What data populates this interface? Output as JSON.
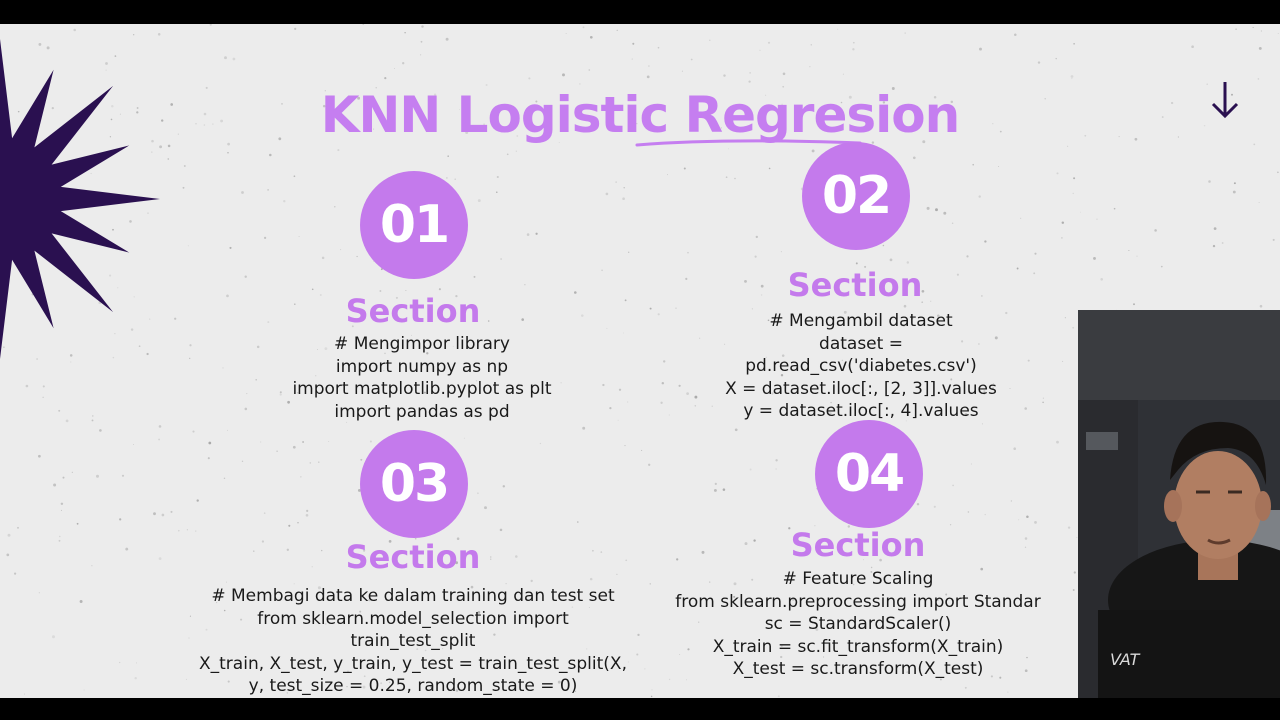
{
  "title": "KNN Logistic Regresion",
  "sections": [
    {
      "number": "01",
      "heading": "Section",
      "code": [
        "# Mengimpor library",
        "import numpy as np",
        "import matplotlib.pyplot as plt",
        "import pandas as pd"
      ]
    },
    {
      "number": "02",
      "heading": "Section",
      "code": [
        "# Mengambil dataset",
        "dataset =",
        "pd.read_csv('diabetes.csv')",
        "X = dataset.iloc[:, [2, 3]].values",
        "y = dataset.iloc[:, 4].values"
      ]
    },
    {
      "number": "03",
      "heading": "Section",
      "code": [
        "# Membagi data ke dalam training dan test set",
        "from sklearn.model_selection  import",
        "train_test_split",
        "X_train, X_test, y_train, y_test = train_test_split(X,",
        "y, test_size = 0.25, random_state = 0)"
      ]
    },
    {
      "number": "04",
      "heading": "Section",
      "code": [
        "# Feature Scaling",
        "from sklearn.preprocessing  import Standar",
        "sc = StandardScaler()",
        "X_train = sc.fit_transform(X_train)",
        "X_test = sc.transform(X_test)"
      ]
    }
  ],
  "colors": {
    "accent": "#c47aec",
    "title": "#c57ef0",
    "starburst": "#2a1050",
    "background": "#ececec"
  },
  "icons": {
    "scroll_down": "arrow-down-icon",
    "decoration": "starburst-icon"
  },
  "webcam": {
    "shirt_print": "VAT"
  }
}
